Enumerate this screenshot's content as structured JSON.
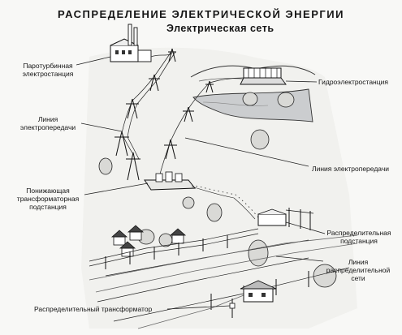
{
  "title": "РАСПРЕДЕЛЕНИЕ ЭЛЕКТРИЧЕСКОЙ ЭНЕРГИИ",
  "subtitle": "Электрическая сеть",
  "labels": {
    "steam_plant": "Паротурбинная\nэлектростанция",
    "transmission_line_left": "Линия\nэлектропередачи",
    "step_down_substation": "Понижающая\nтрансформаторная\nподстанция",
    "hydro_plant": "Гидроэлектростанция",
    "transmission_line_right": "Линия электропередачи",
    "distribution_substation": "Распределительная\nподстанция",
    "distribution_line": "Линия\nраспределительной\nсети",
    "distribution_transformer": "Распределительный трансформатор"
  },
  "colors": {
    "ink": "#151515",
    "paper": "#f8f8f6",
    "water": "#c9ccce"
  }
}
